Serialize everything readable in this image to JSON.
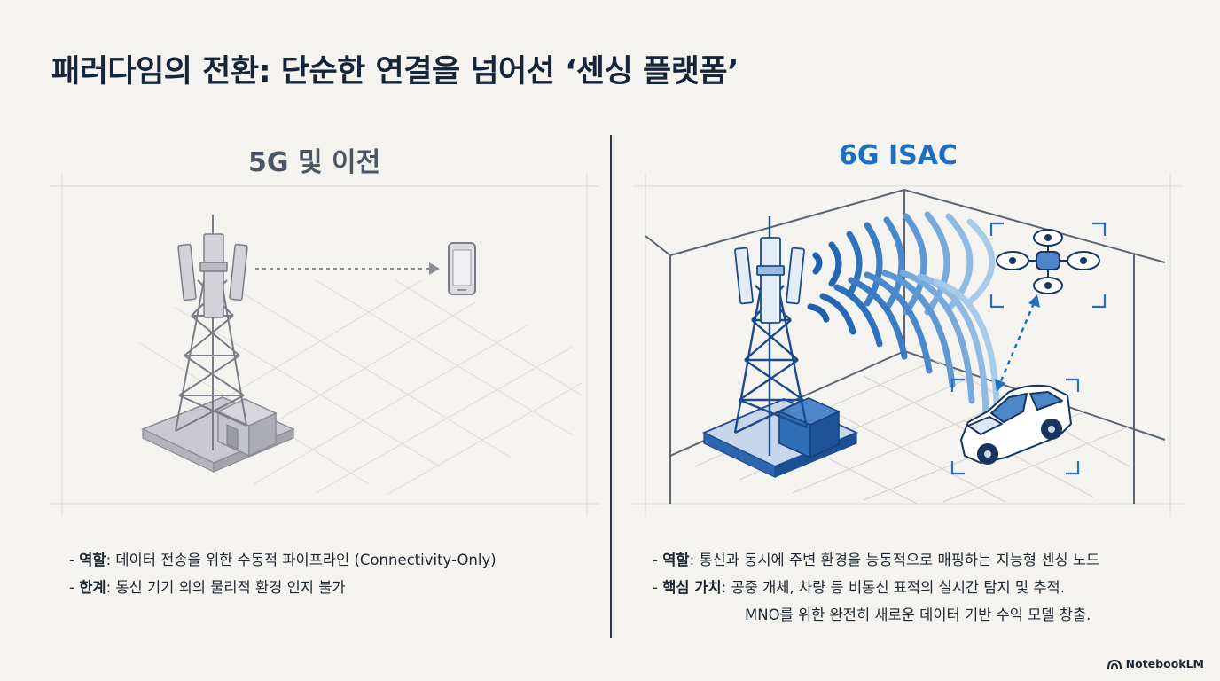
{
  "title": "패러다임의 전환: 단순한 연결을 넘어선 ‘센싱 플랫폼’",
  "left": {
    "heading": "5G 및 이전",
    "bullets": [
      {
        "label": "역할",
        "text": ": 데이터 전송을 위한 수동적 파이프라인 (Connectivity-Only)"
      },
      {
        "label": "한계",
        "text": ": 통신 기기 외의 물리적 환경 인지 불가"
      }
    ]
  },
  "right": {
    "heading": "6G ISAC",
    "bullets": [
      {
        "label": "역할",
        "text": ": 통신과 동시에 주변 환경을 능동적으로 매핑하는 지능형 센싱 노드"
      },
      {
        "label": "핵심 가치",
        "text": ": 공중 개체, 차량 등 비통신 표적의 실시간 탐지 및 추적.",
        "continuation": "MNO를 위한 완전히 새로운 데이터 기반 수익 모델 창출."
      }
    ]
  },
  "brand": "NotebookLM",
  "colors": {
    "accent": "#1f6fc1",
    "muted": "#4b5664",
    "title": "#16263a"
  }
}
